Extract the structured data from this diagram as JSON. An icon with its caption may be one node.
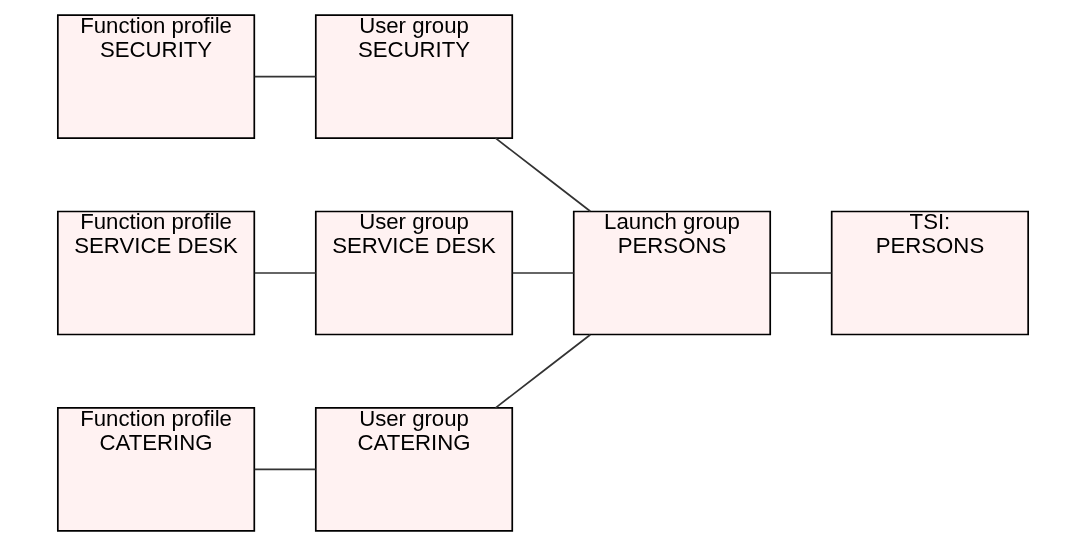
{
  "diagram": {
    "nodes": [
      {
        "text": [
          "Function profile",
          "SECURITY"
        ]
      },
      {
        "text": [
          "User group",
          "SECURITY"
        ]
      },
      {
        "text": [
          "Function profile",
          "SERVICE DESK"
        ]
      },
      {
        "text": [
          "User group",
          "SERVICE DESK"
        ]
      },
      {
        "text": [
          "Function profile",
          "CATERING"
        ]
      },
      {
        "text": [
          "User group",
          "CATERING"
        ]
      },
      {
        "text": [
          "Launch group",
          "PERSONS"
        ]
      },
      {
        "text": [
          "TSI:",
          "PERSONS"
        ]
      }
    ],
    "edges": [
      {
        "from": 0,
        "to": 1,
        "arrow": "none"
      },
      {
        "from": 1,
        "to": 6,
        "arrow": "none"
      },
      {
        "from": 2,
        "to": 3,
        "arrow": "none"
      },
      {
        "from": 3,
        "to": 6,
        "arrow": "none"
      },
      {
        "from": 4,
        "to": 5,
        "arrow": "none"
      },
      {
        "from": 5,
        "to": 6,
        "arrow": "none"
      },
      {
        "from": 6,
        "to": 7,
        "arrow": "none"
      }
    ]
  }
}
